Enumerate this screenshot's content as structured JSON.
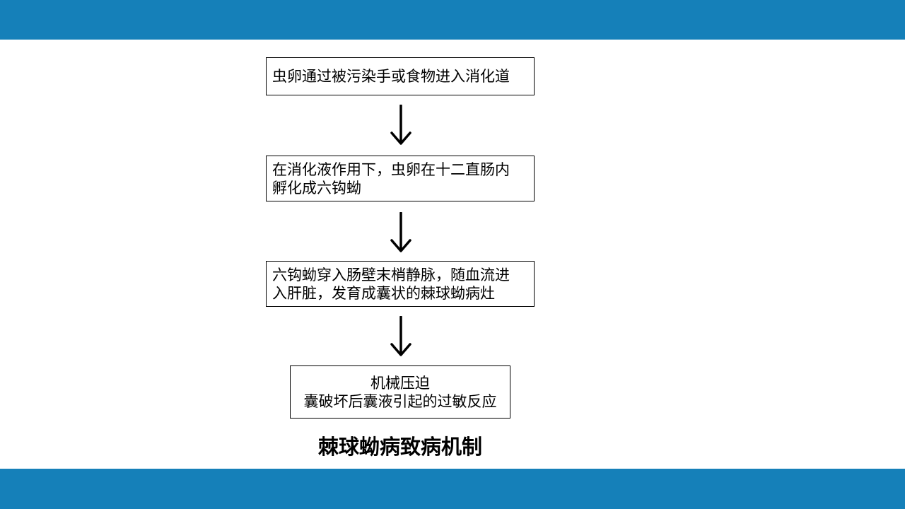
{
  "colors": {
    "band": "#1580b9"
  },
  "flow": {
    "step1": {
      "lines": [
        "虫卵通过被污染手或食物进入消化道"
      ]
    },
    "step2": {
      "lines": [
        "在消化液作用下，虫卵在十二直肠内",
        "孵化成六钩蚴"
      ]
    },
    "step3": {
      "lines": [
        "六钩蚴穿入肠壁末梢静脉，随血流进",
        "入肝脏，发育成囊状的棘球蚴病灶"
      ]
    },
    "step4": {
      "lines": [
        "机械压迫",
        "囊破坏后囊液引起的过敏反应"
      ]
    }
  },
  "caption": "棘球蚴病致病机制",
  "icons": {
    "arrow": "down-arrow-icon"
  }
}
